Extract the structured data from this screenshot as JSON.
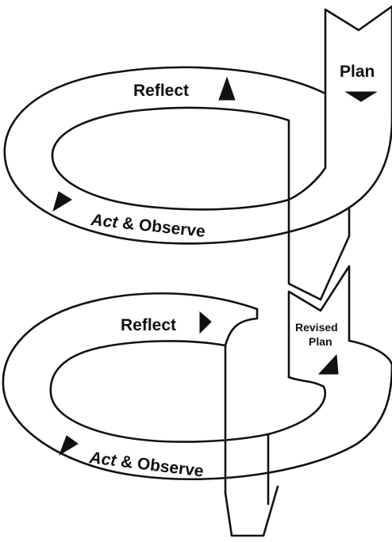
{
  "labels": {
    "plan": "Plan",
    "reflect_1": "Reflect",
    "act_observe_1_a": "Act",
    "act_observe_1_b": " & Observe",
    "reflect_2": "Reflect",
    "revised_plan_line1": "Revised",
    "revised_plan_line2": "Plan",
    "act_observe_2_a": "Act",
    "act_observe_2_b": " & Observe"
  }
}
